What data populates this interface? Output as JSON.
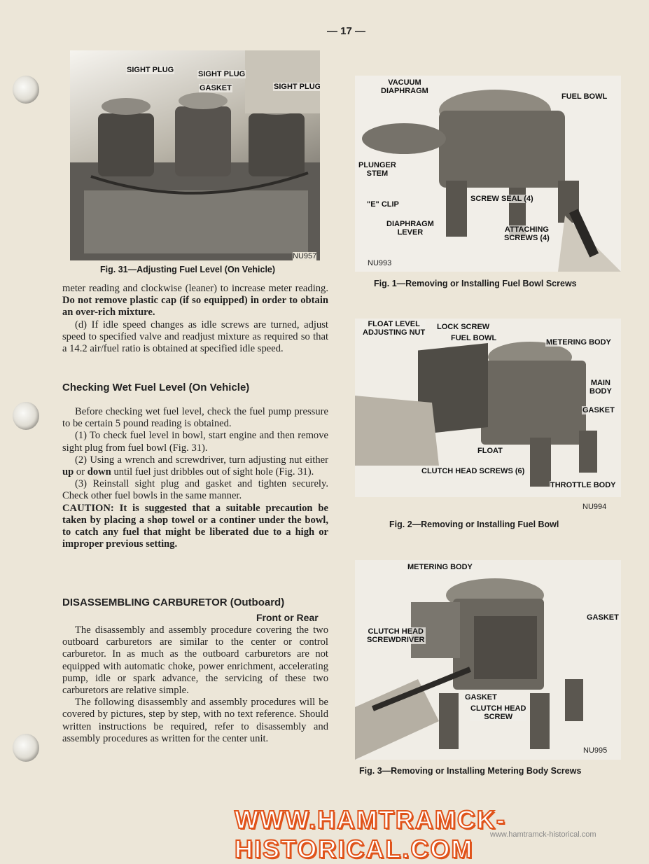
{
  "page_number": "— 17 —",
  "fig31": {
    "labels": {
      "sight_plug_left": "SIGHT PLUG",
      "sight_plug_mid": "SIGHT PLUG",
      "gasket": "GASKET",
      "sight_plug_right": "SIGHT PLUG"
    },
    "code": "NU957",
    "caption": "Fig. 31—Adjusting Fuel Level (On Vehicle)"
  },
  "fig1": {
    "labels": {
      "vacuum_diaphragm": "VACUUM\nDIAPHRAGM",
      "fuel_bowl": "FUEL BOWL",
      "plunger_stem": "PLUNGER\nSTEM",
      "e_clip": "\"E\" CLIP",
      "screw_seal": "SCREW SEAL (4)",
      "diaphragm_lever": "DIAPHRAGM\nLEVER",
      "attaching_screws": "ATTACHING\nSCREWS (4)"
    },
    "code": "NU993",
    "caption": "Fig. 1—Removing or Installing Fuel Bowl Screws"
  },
  "fig2": {
    "labels": {
      "float_level_nut": "FLOAT LEVEL\nADJUSTING NUT",
      "lock_screw": "LOCK SCREW",
      "fuel_bowl": "FUEL BOWL",
      "metering_body": "METERING BODY",
      "main_body": "MAIN\nBODY",
      "gasket": "GASKET",
      "float": "FLOAT",
      "clutch_head_screws": "CLUTCH HEAD SCREWS (6)",
      "throttle_body": "THROTTLE BODY"
    },
    "code": "NU994",
    "caption": "Fig. 2—Removing or Installing Fuel Bowl"
  },
  "fig3": {
    "labels": {
      "metering_body": "METERING BODY",
      "gasket_right": "GASKET",
      "clutch_head_screwdriver": "CLUTCH HEAD\nSCREWDRIVER",
      "gasket_bottom": "GASKET",
      "clutch_head_screw": "CLUTCH HEAD\nSCREW"
    },
    "code": "NU995",
    "caption": "Fig. 3—Removing or Installing Metering Body Screws"
  },
  "text": {
    "para_cont": "meter reading and clockwise (leaner) to increase meter reading.",
    "para_cont_bold": "Do not remove plastic cap (if so equipped) in order to obtain an over-rich mixture.",
    "para_d": "(d) If idle speed changes as idle screws are turned, adjust speed to specified valve and readjust mixture as required so that a 14.2 air/fuel ratio is obtained at specified idle speed.",
    "heading_wet": "Checking Wet Fuel Level (On Vehicle)",
    "para_before": "Before checking wet fuel level, check the fuel pump pressure to be certain 5 pound reading is obtained.",
    "para_1": "(1) To check fuel level in bowl, start engine and then remove sight plug from fuel bowl (Fig. 31).",
    "para_2_a": "(2) Using a wrench and screwdriver, turn adjusting nut either",
    "para_2_up": "up",
    "para_2_or": "or",
    "para_2_down": "down",
    "para_2_b": "until fuel just dribbles out of sight hole (Fig. 31).",
    "para_3": "(3) Reinstall sight plug and gasket and tighten securely. Check other fuel bowls in the same manner.",
    "caution": "CAUTION: It is suggested that a suitable precaution be taken by placing a shop towel or a continer under the bowl, to catch any fuel that might be liberated due to a high or improper previous setting.",
    "heading_disassemble": "DISASSEMBLING CARBURETOR (Outboard)",
    "subheading_front": "Front or Rear",
    "para_disassembly": "The disassembly and assembly procedure covering the two outboard carburetors are similar to the center or control carburetor. In as much as the outboard carburetors are not equipped with automatic choke, power enrichment, accelerating pump, idle or spark advance, the servicing of these two carburetors are relative simple.",
    "para_following": "The following disassembly and assembly procedures will be covered by pictures, step by step, with no text reference. Should written instructions be required, refer to disassembly and assembly procedures as written for the center unit."
  },
  "watermark": "WWW.HAMTRAMCK-HISTORICAL.COM",
  "watermark_small": "www.hamtramck-historical.com"
}
